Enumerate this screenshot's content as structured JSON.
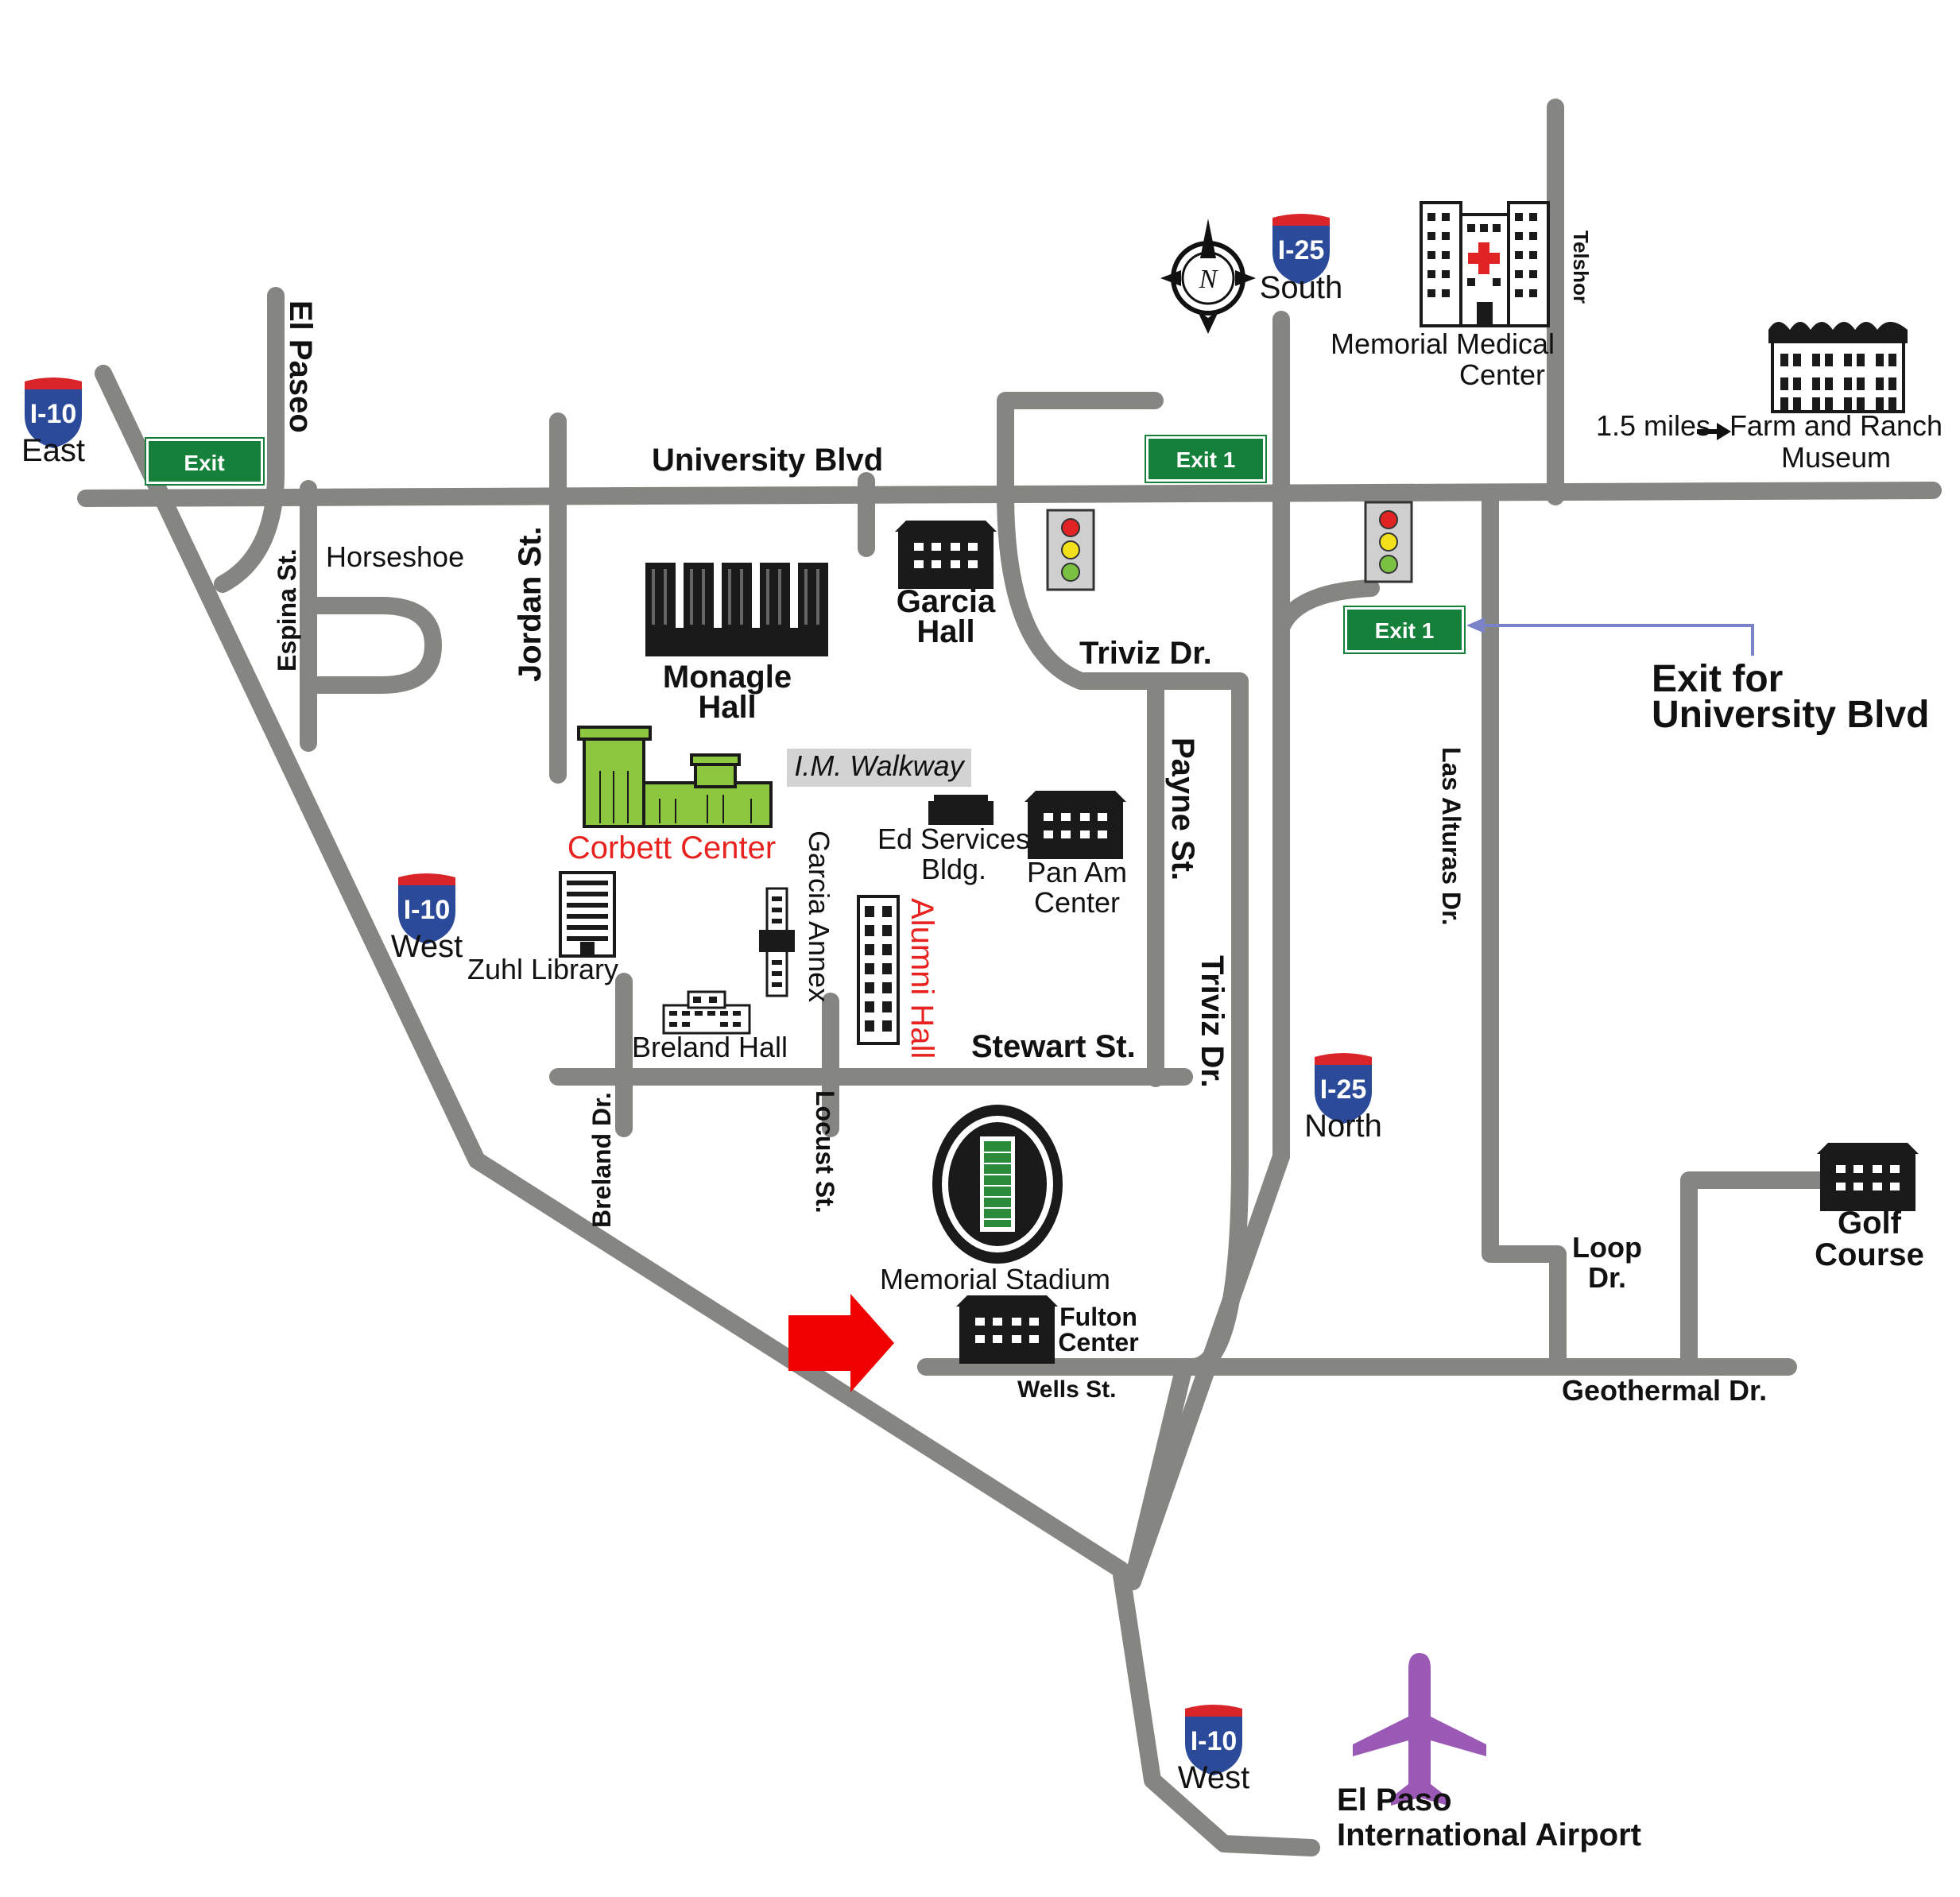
{
  "colors": {
    "road": "#858582",
    "exit_sign": "#14803a",
    "shield_blue": "#2c4a9a",
    "shield_red": "#d9252a",
    "building_dark": "#1a1a1a",
    "corbett_green": "#8cc63f",
    "red_label": "#e8231f",
    "arrow_red": "#f00000",
    "plane_purple": "#9b59b6",
    "pointer_line": "#7a82c8"
  },
  "streets": {
    "el_paseo": "El Paseo",
    "university_blvd": "University Blvd",
    "jordan": "Jordan St.",
    "espina": "Espina St.",
    "horseshoe": "Horseshoe",
    "triviz_top": "Triviz Dr.",
    "triviz_side": "Triviz Dr.",
    "payne": "Payne St.",
    "las_alturas": "Las Alturas Dr.",
    "telshor": "Telshor",
    "stewart": "Stewart St.",
    "breland_dr": "Breland Dr.",
    "locust": "Locust St.",
    "wells": "Wells St.",
    "geothermal": "Geothermal Dr.",
    "loop_1": "Loop",
    "loop_2": "Dr.",
    "im_walkway": "I.M. Walkway"
  },
  "highways": {
    "i10_east": {
      "number": "I-10",
      "direction": "East"
    },
    "i10_west_mid": {
      "number": "I-10",
      "direction": "West"
    },
    "i10_west_bottom": {
      "number": "I-10",
      "direction": "West"
    },
    "i25_south": {
      "number": "I-25",
      "direction": "South"
    },
    "i25_north": {
      "number": "I-25",
      "direction": "North"
    }
  },
  "exits": {
    "exit_left": "Exit",
    "exit_1_top": "Exit 1",
    "exit_1_right": "Exit 1"
  },
  "buildings": {
    "garcia_hall_1": "Garcia",
    "garcia_hall_2": "Hall",
    "monagle_1": "Monagle",
    "monagle_2": "Hall",
    "corbett": "Corbett Center",
    "ed_services_1": "Ed Services",
    "ed_services_2": "Bldg.",
    "pan_am_1": "Pan Am",
    "pan_am_2": "Center",
    "garcia_annex": "Garcia Annex",
    "alumni_hall": "Alumni Hall",
    "zuhl_library": "Zuhl Library",
    "breland_hall": "Breland Hall",
    "memorial_stadium": "Memorial Stadium",
    "fulton_1": "Fulton",
    "fulton_2": "Center",
    "memorial_medical_1": "Memorial Medical",
    "memorial_medical_2": "Center",
    "farm_ranch_1": "Farm and Ranch",
    "farm_ranch_2": "Museum",
    "golf_1": "Golf",
    "golf_2": "Course",
    "airport_1": "El Paso",
    "airport_2": "International Airport"
  },
  "notes": {
    "farm_distance": "1.5 miles",
    "exit_for_1": "Exit for",
    "exit_for_2": "University Blvd"
  },
  "compass": {
    "letter": "N"
  }
}
